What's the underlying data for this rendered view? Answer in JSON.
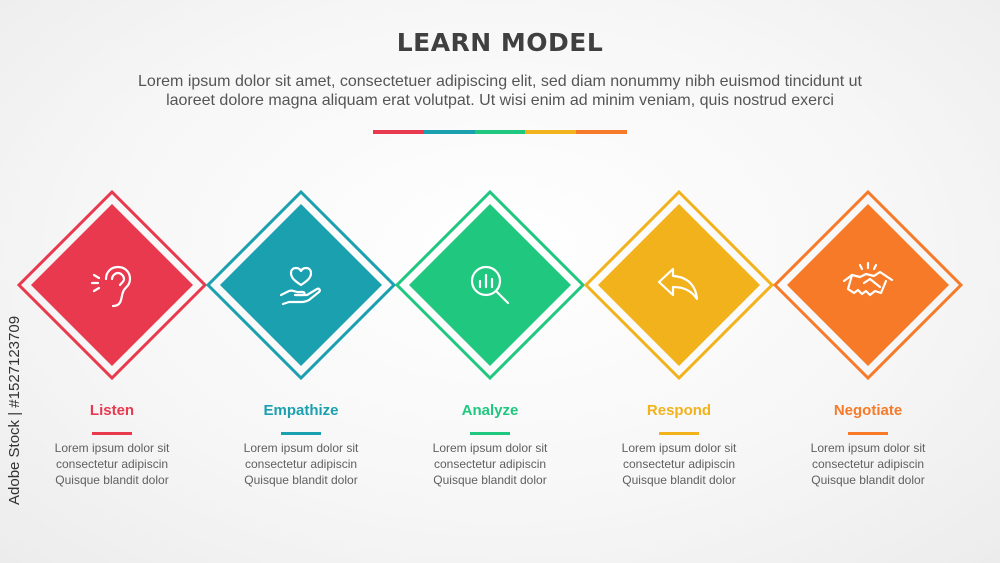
{
  "header": {
    "title": "LEARN MODEL",
    "subtitle_line1": "Lorem ipsum dolor sit amet, consectetuer adipiscing elit, sed diam nonummy nibh euismod tincidunt ut",
    "subtitle_line2": "laoreet dolore magna aliquam erat volutpat. Ut wisi enim ad minim veniam, quis nostrud exerci",
    "bar_colors": [
      "#e8394f",
      "#1ba0b0",
      "#1fc77f",
      "#f1b21c",
      "#f67a27"
    ]
  },
  "steps": [
    {
      "label": "Listen",
      "color": "#e8394f",
      "icon": "ear-icon",
      "desc": [
        "Lorem ipsum dolor sit",
        "consectetur adipiscin",
        "Quisque blandit dolor"
      ]
    },
    {
      "label": "Empathize",
      "color": "#1ba0b0",
      "icon": "heart-hand-icon",
      "desc": [
        "Lorem ipsum dolor sit",
        "consectetur adipiscin",
        "Quisque blandit dolor"
      ]
    },
    {
      "label": "Analyze",
      "color": "#1fc77f",
      "icon": "magnifier-chart-icon",
      "desc": [
        "Lorem ipsum dolor sit",
        "consectetur adipiscin",
        "Quisque blandit dolor"
      ]
    },
    {
      "label": "Respond",
      "color": "#f1b21c",
      "icon": "reply-arrow-icon",
      "desc": [
        "Lorem ipsum dolor sit",
        "consectetur adipiscin",
        "Quisque blandit dolor"
      ]
    },
    {
      "label": "Negotiate",
      "color": "#f67a27",
      "icon": "handshake-icon",
      "desc": [
        "Lorem ipsum dolor sit",
        "consectetur adipiscin",
        "Quisque blandit dolor"
      ]
    }
  ],
  "credit": "Adobe Stock | #1527123709"
}
